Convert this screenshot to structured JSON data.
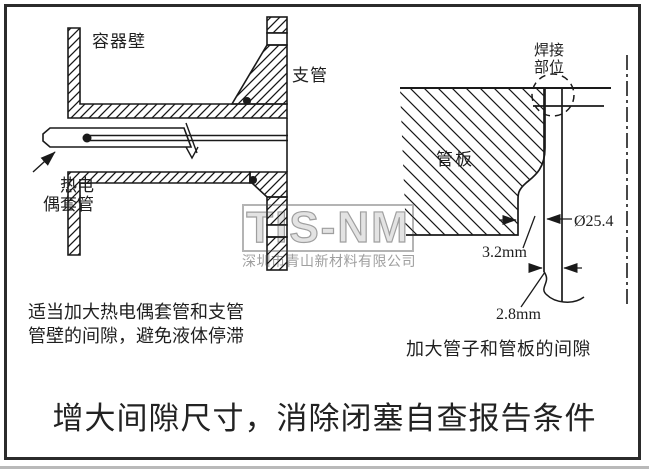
{
  "title": "增大间隙尺寸，消除闭塞自查报告条件",
  "left_diagram": {
    "labels": {
      "vessel_wall": "容器壁",
      "branch_pipe": "支管",
      "thermowell_line1": "热电",
      "thermowell_line2": "偶套管"
    },
    "caption_line1": "适当加大热电偶套管和支管",
    "caption_line2": "管壁的间隙，避免液体停滞"
  },
  "right_diagram": {
    "labels": {
      "weld_line1": "焊接",
      "weld_line2": "部位",
      "tube_plate": "管板"
    },
    "dimensions": {
      "diameter": "Ø25.4",
      "gap_plate": "3.2mm",
      "gap_tube": "2.8mm"
    },
    "caption": "加大管子和管板的间隙"
  },
  "watermark": {
    "logo": "TIS-NM",
    "company": "深圳市青山新材料有限公司"
  },
  "colors": {
    "line": "#1a1a1a",
    "frame": "#2b2b2b",
    "watermark_gray": "#9f9f9f",
    "background": "#ffffff"
  }
}
